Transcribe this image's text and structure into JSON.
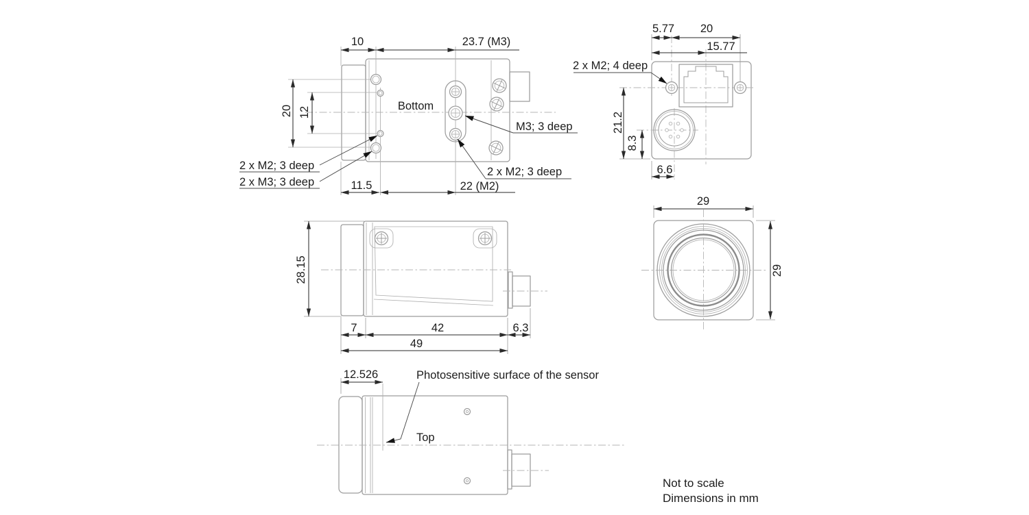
{
  "drawing": {
    "title_hint": "camera dimensional drawing",
    "colors": {
      "body_line": "#9c9c9c",
      "dimension_line": "#2a2a2a",
      "text": "#1c1c1c",
      "centerline": "#b5b5b5"
    },
    "bottom": {
      "label": "Bottom",
      "dim_front": "10",
      "dim_m3_span": "23.7 (M3)",
      "dim_height": "20",
      "dim_inner": "12",
      "dim_front_lower": "11.5",
      "dim_m2_span": "22 (M2)",
      "callout_m3_center": "M3; 3 deep",
      "callout_m2_lower": "2 x M2; 3 deep",
      "callout_m2_left": "2 x M2; 3 deep",
      "callout_m3_left": "2 x M3; 3 deep"
    },
    "rear": {
      "dim_screw_offset": "5.77",
      "dim_screw_span": "20",
      "dim_rj45_center": "15.77",
      "dim_vert_screws": "21.2",
      "dim_vert_connector": "8.3",
      "dim_horiz_connector": "6.6",
      "callout_m2": "2 x M2; 4 deep"
    },
    "side": {
      "dim_height": "28.15",
      "dim_front_ring": "7",
      "dim_body": "42",
      "dim_connector": "6.3",
      "dim_total": "49"
    },
    "front": {
      "dim_width": "29",
      "dim_height": "29"
    },
    "top": {
      "label": "Top",
      "dim_flange": "12.526",
      "callout_sensor": "Photosensitive surface of the sensor"
    },
    "notes": {
      "line1": "Not to scale",
      "line2": "Dimensions in mm"
    }
  }
}
